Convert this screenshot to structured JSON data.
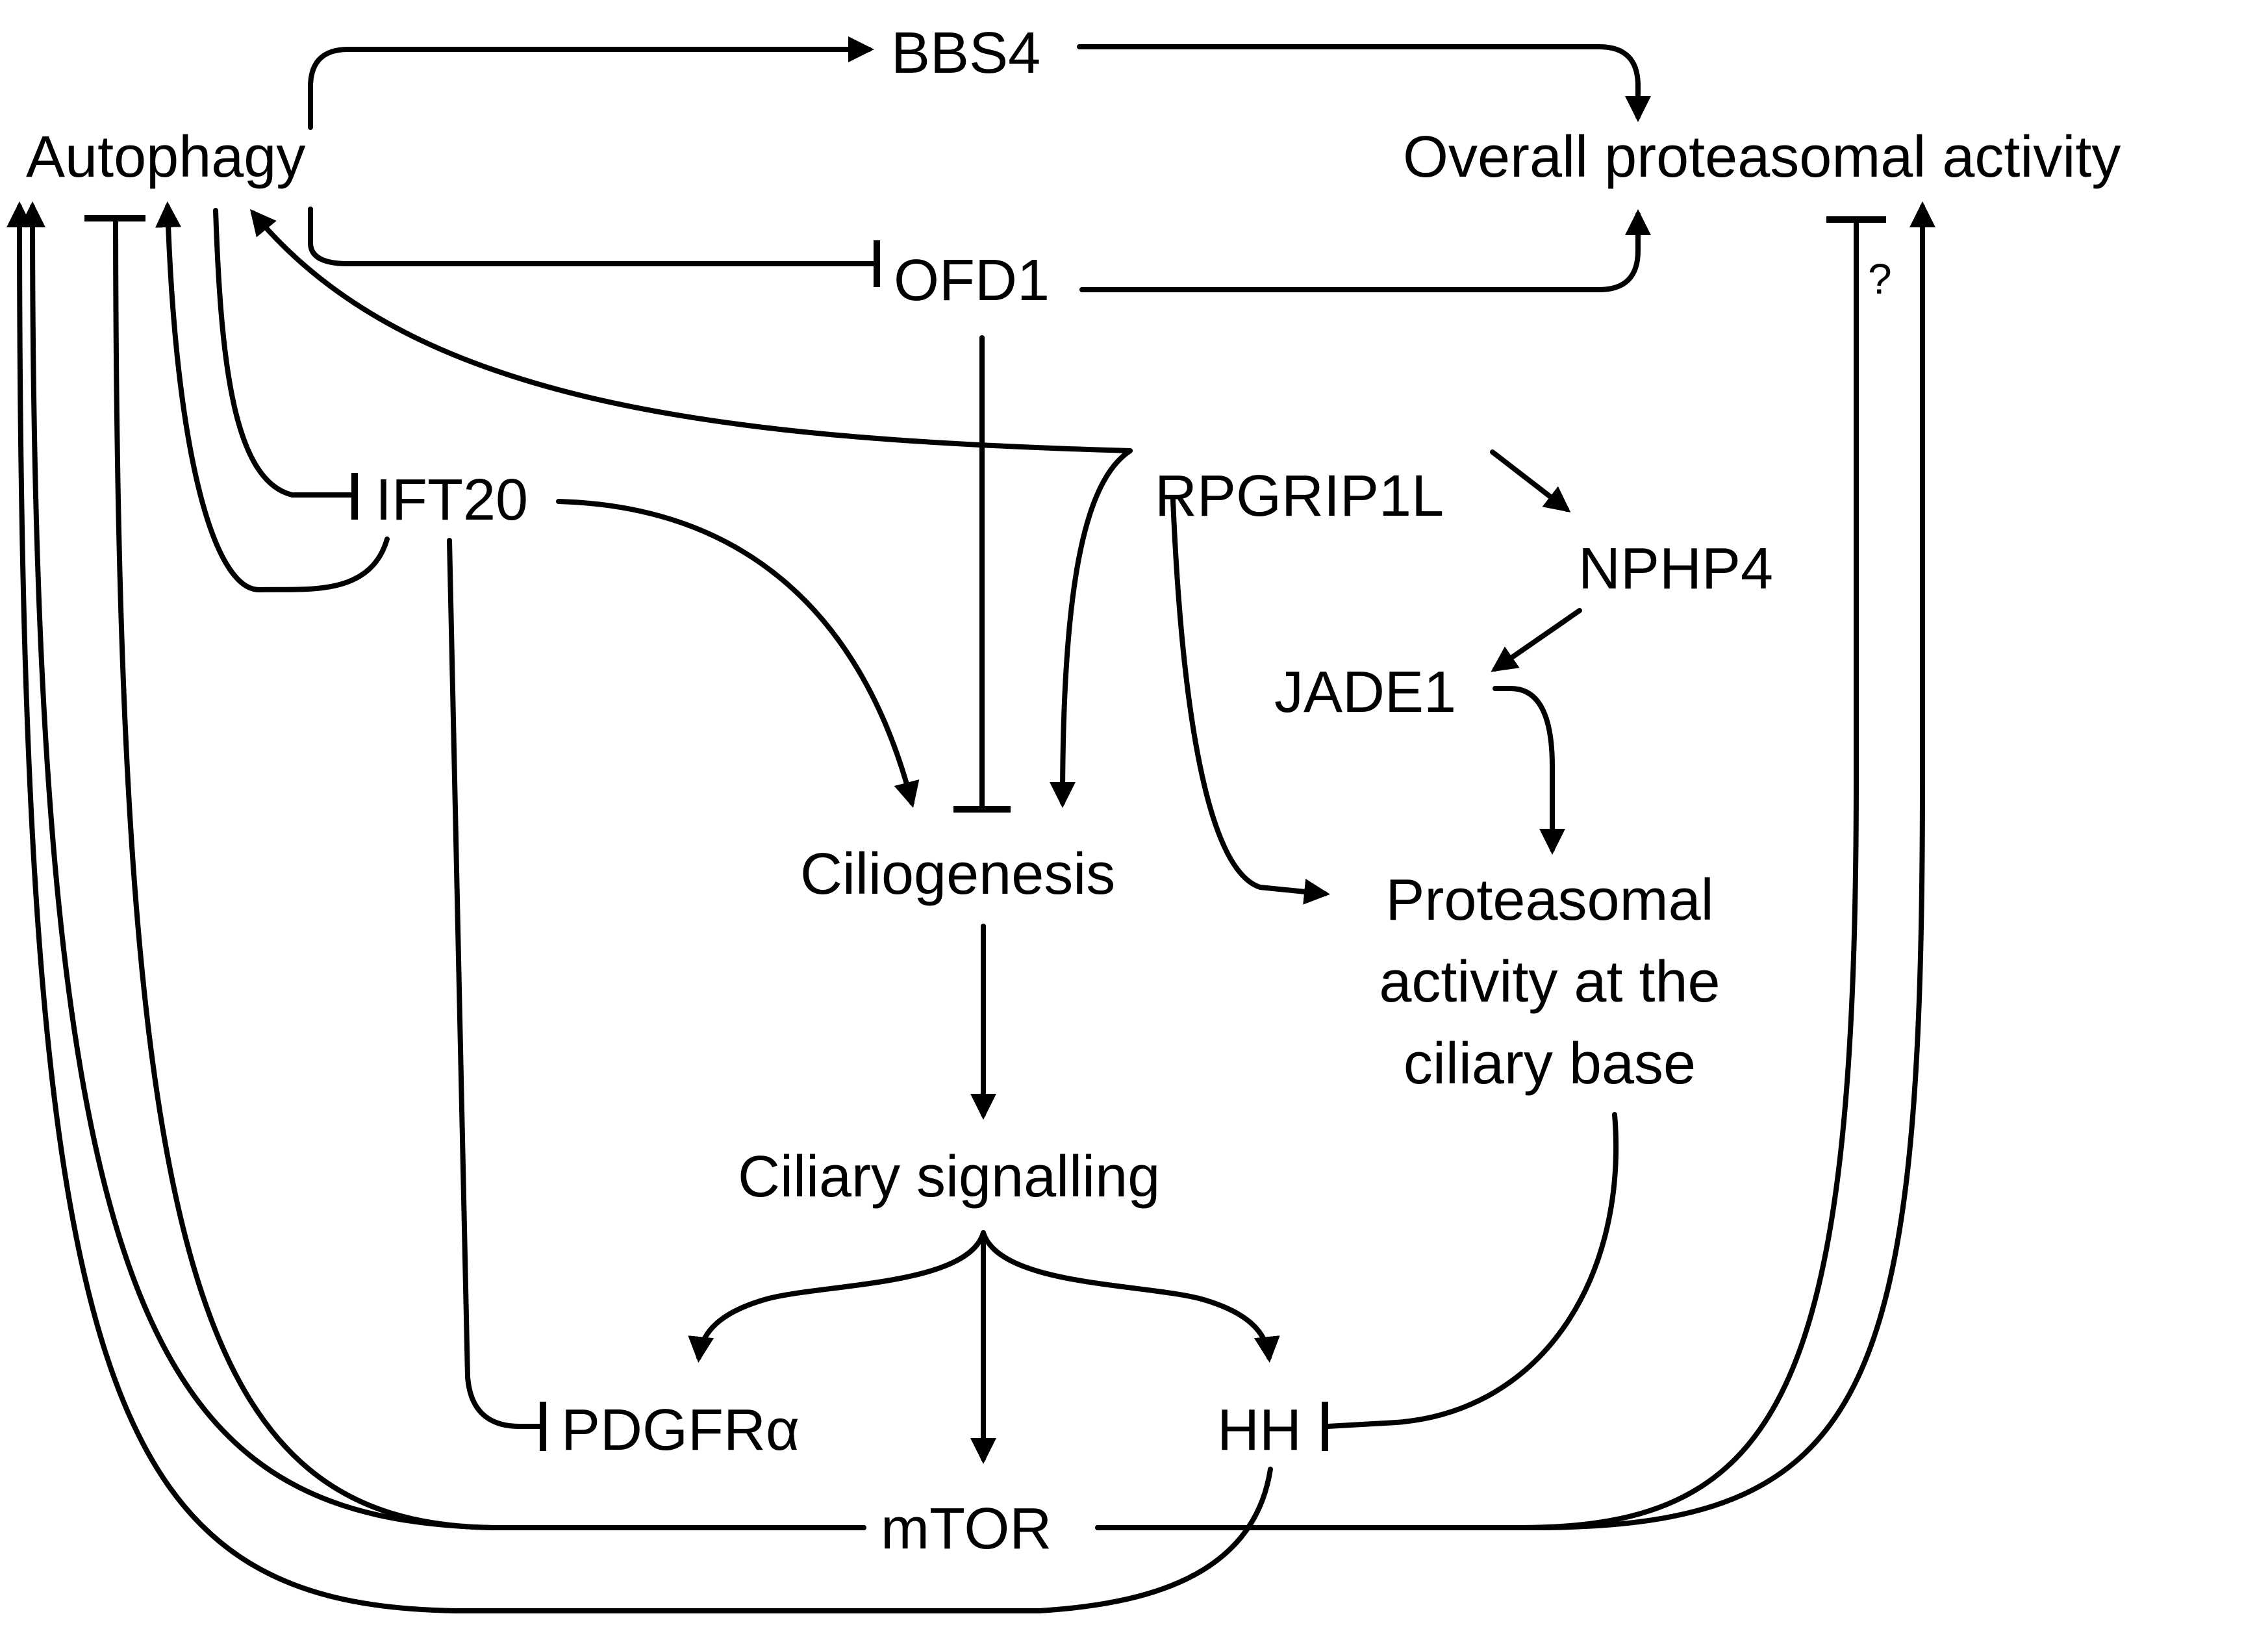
{
  "nodes": {
    "autophagy": "Autophagy",
    "bbs4": "BBS4",
    "overall_proteasomal_activity": "Overall proteasomal activity",
    "ofd1": "OFD1",
    "rpgrip1l": "RPGRIP1L",
    "ift20": "IFT20",
    "nphp4": "NPHP4",
    "jade1": "JADE1",
    "ciliogenesis": "Ciliogenesis",
    "ciliary_proteasome_line1": "Proteasomal",
    "ciliary_proteasome_line2": "activity at the",
    "ciliary_proteasome_line3": "ciliary base",
    "ciliary_signalling": "Ciliary signalling",
    "pdgfra": "PDGFRα",
    "hh": "HH",
    "mtor": "mTOR"
  },
  "annotations": {
    "uncertain_link": "?"
  },
  "colors": {
    "ink": "#000000",
    "background": "#ffffff"
  }
}
